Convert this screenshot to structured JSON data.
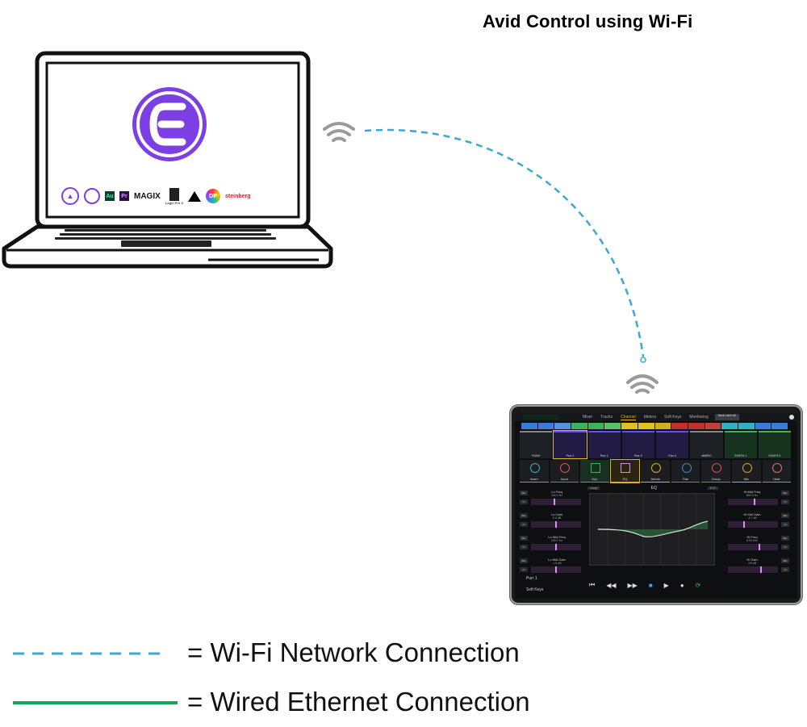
{
  "title": "Avid Control using Wi-Fi",
  "colors": {
    "wifi_line": "#3aa8d8",
    "ethernet_line": "#1aa35a",
    "avid_purple": "#7b3fe4"
  },
  "laptop": {
    "app_logos": [
      {
        "name": "avid-logo-icon"
      },
      {
        "name": "globe-app-icon"
      },
      {
        "label": "Au",
        "name": "audition-logo-icon"
      },
      {
        "label": "Pr",
        "name": "premiere-logo-icon"
      },
      {
        "label": "MAGIX",
        "name": "magix-logo-icon"
      },
      {
        "label": "Logic Pro X",
        "name": "logic-pro-logo-icon"
      },
      {
        "name": "ableton-triangle-icon"
      },
      {
        "label": "DP",
        "name": "digital-performer-logo-icon"
      },
      {
        "label": "steinberg",
        "name": "steinberg-logo-icon"
      }
    ]
  },
  "tablet_ui": {
    "tabs": [
      "Mixer",
      "Tracks",
      "Channel",
      "Meters",
      "Soft Keys",
      "Monitoring"
    ],
    "active_tab": "Channel",
    "marker_button": "Mark Latch All",
    "channels": [
      "PUSH",
      "Purr 1",
      "Purr 2",
      "Purr 3",
      "Purr 4",
      "xMEPIC",
      "SYNTH 1",
      "SYNTH 2"
    ],
    "functions": [
      {
        "label": "Insert",
        "color": "#3bb3c3"
      },
      {
        "label": "Input",
        "color": "#e2514c"
      },
      {
        "label": "Dyn",
        "color": "#3bb35a"
      },
      {
        "label": "EQ",
        "color": "#e0b020"
      },
      {
        "label": "Sends",
        "color": "#e0b020"
      },
      {
        "label": "Pan",
        "color": "#3b8ad8"
      },
      {
        "label": "Group",
        "color": "#e2514c"
      },
      {
        "label": "Mix",
        "color": "#e0a030"
      },
      {
        "label": "Heat",
        "color": "#e07070"
      }
    ],
    "eq_title": "EQ",
    "eq_left_pill": "Comp",
    "eq_right_pill": "EXT",
    "left_params": [
      {
        "label": "Lo Freq",
        "value": "100.0 Hz"
      },
      {
        "label": "Lo Gain",
        "value": "0.0 dB"
      },
      {
        "label": "Lo Mid Freq",
        "value": "200.0 Hz"
      },
      {
        "label": "Lo Mid Gain",
        "value": "-1.5 dB"
      }
    ],
    "right_params": [
      {
        "label": "Hi Mid Freq",
        "value": "800.0 Hz"
      },
      {
        "label": "Hi Mid Gain",
        "value": "-4.7 dB"
      },
      {
        "label": "Hi Freq",
        "value": "6.00 kHz"
      },
      {
        "label": "Hi Gain",
        "value": "4.5 dB"
      }
    ],
    "sel_label": "SEL",
    "in_label": "IN",
    "bottom_left_1": "Purr 1",
    "bottom_left_2": "Soft Keys",
    "transport": [
      "⏮",
      "◀◀",
      "▶▶",
      "■",
      "▶",
      "●",
      "⟳"
    ]
  },
  "legend": [
    {
      "style": "dashed",
      "label": "= Wi-Fi Network Connection"
    },
    {
      "style": "solid",
      "label": "= Wired Ethernet Connection"
    }
  ]
}
